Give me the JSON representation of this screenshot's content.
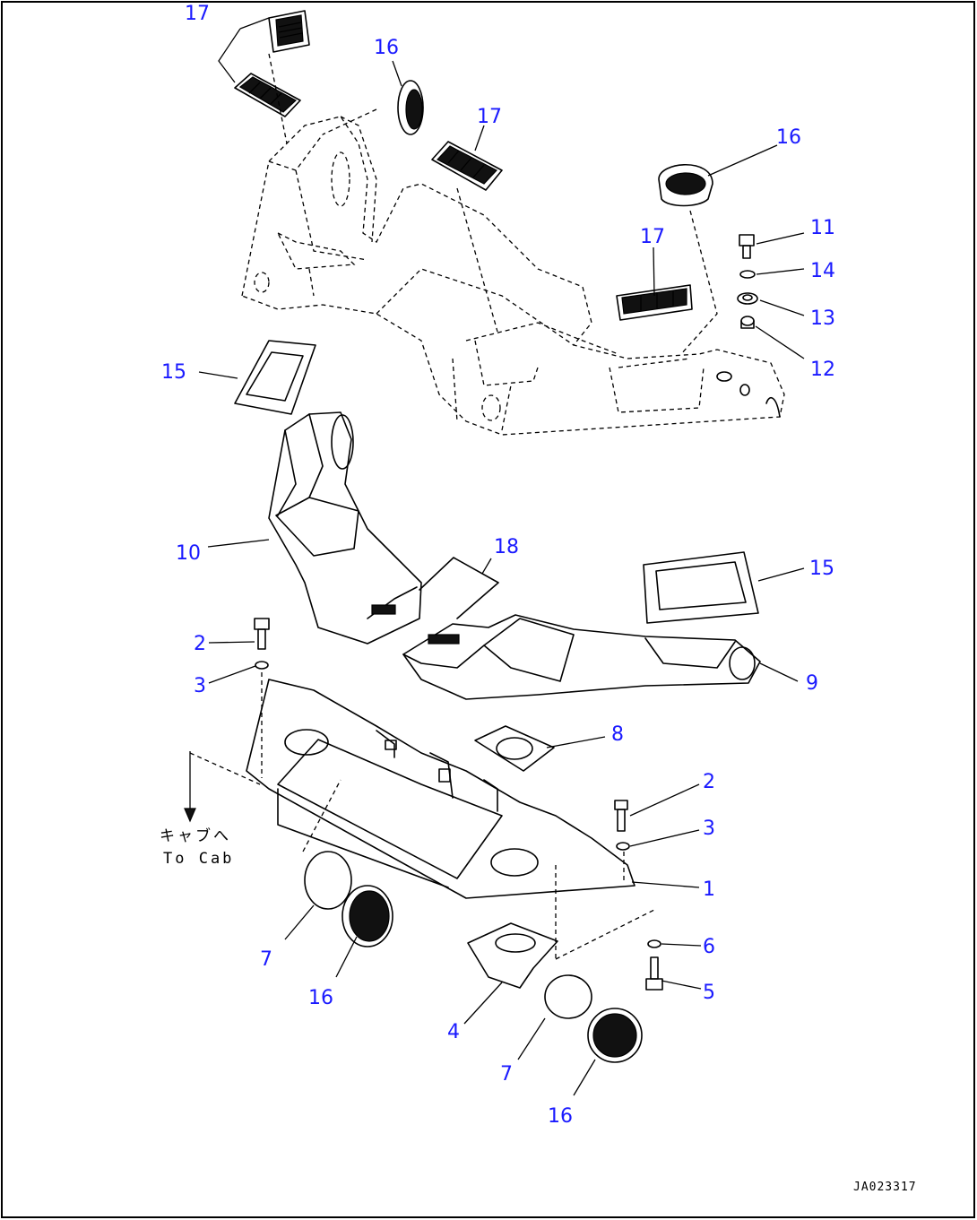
{
  "drawing": {
    "note_jp": "キャブへ",
    "note_en": "To Cab",
    "code": "JA023317"
  },
  "callouts": [
    {
      "id": "c17a",
      "text": "17"
    },
    {
      "id": "c16a",
      "text": "16"
    },
    {
      "id": "c17b",
      "text": "17"
    },
    {
      "id": "c16b",
      "text": "16"
    },
    {
      "id": "c11",
      "text": "11"
    },
    {
      "id": "c14",
      "text": "14"
    },
    {
      "id": "c17c",
      "text": "17"
    },
    {
      "id": "c13",
      "text": "13"
    },
    {
      "id": "c12",
      "text": "12"
    },
    {
      "id": "c15a",
      "text": "15"
    },
    {
      "id": "c10",
      "text": "10"
    },
    {
      "id": "c18",
      "text": "18"
    },
    {
      "id": "c15b",
      "text": "15"
    },
    {
      "id": "c2a",
      "text": "2"
    },
    {
      "id": "c3a",
      "text": "3"
    },
    {
      "id": "c9",
      "text": "9"
    },
    {
      "id": "c8",
      "text": "8"
    },
    {
      "id": "c2b",
      "text": "2"
    },
    {
      "id": "c3b",
      "text": "3"
    },
    {
      "id": "c1",
      "text": "1"
    },
    {
      "id": "c7a",
      "text": "7"
    },
    {
      "id": "c16c",
      "text": "16"
    },
    {
      "id": "c6",
      "text": "6"
    },
    {
      "id": "c5",
      "text": "5"
    },
    {
      "id": "c4",
      "text": "4"
    },
    {
      "id": "c7b",
      "text": "7"
    },
    {
      "id": "c16d",
      "text": "16"
    }
  ]
}
